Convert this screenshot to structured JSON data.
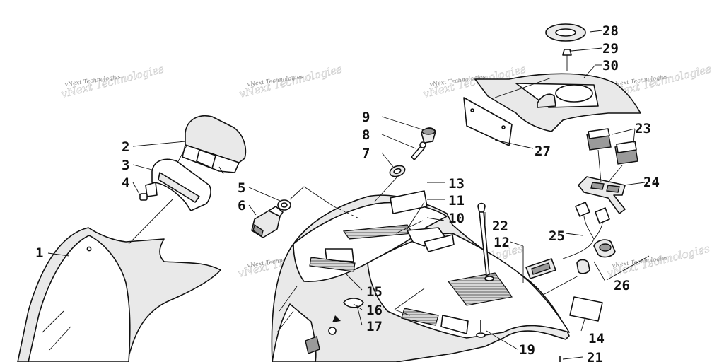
{
  "watermark": {
    "text": "vNext Technologies"
  },
  "callouts": [
    {
      "id": "1",
      "label": "1"
    },
    {
      "id": "2",
      "label": "2"
    },
    {
      "id": "3",
      "label": "3"
    },
    {
      "id": "4",
      "label": "4"
    },
    {
      "id": "5",
      "label": "5"
    },
    {
      "id": "6",
      "label": "6"
    },
    {
      "id": "7",
      "label": "7"
    },
    {
      "id": "8",
      "label": "8"
    },
    {
      "id": "9",
      "label": "9"
    },
    {
      "id": "10",
      "label": "10"
    },
    {
      "id": "11",
      "label": "11"
    },
    {
      "id": "12",
      "label": "12"
    },
    {
      "id": "13",
      "label": "13"
    },
    {
      "id": "14",
      "label": "14"
    },
    {
      "id": "15",
      "label": "15"
    },
    {
      "id": "16",
      "label": "16"
    },
    {
      "id": "17",
      "label": "17"
    },
    {
      "id": "19",
      "label": "19"
    },
    {
      "id": "21",
      "label": "21"
    },
    {
      "id": "22",
      "label": "22"
    },
    {
      "id": "23",
      "label": "23"
    },
    {
      "id": "24",
      "label": "24"
    },
    {
      "id": "25",
      "label": "25"
    },
    {
      "id": "26",
      "label": "26"
    },
    {
      "id": "27",
      "label": "27"
    },
    {
      "id": "28",
      "label": "28"
    },
    {
      "id": "29",
      "label": "29"
    },
    {
      "id": "30",
      "label": "30"
    }
  ]
}
